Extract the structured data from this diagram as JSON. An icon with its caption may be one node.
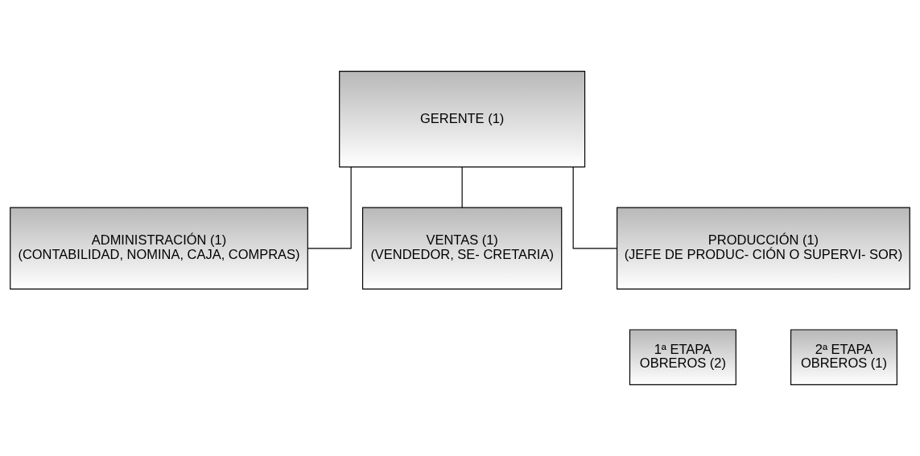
{
  "diagram": {
    "nodes": [
      {
        "text": [
          "GERENTE (1)"
        ]
      },
      {
        "text": [
          "ADMINISTRACIÓN (1)",
          "(CONTABILIDAD, NOMINA, CAJA, COMPRAS)"
        ]
      },
      {
        "text": [
          "VENTAS (1)",
          "(VENDEDOR, SE- CRETARIA)"
        ]
      },
      {
        "text": [
          "PRODUCCIÓN (1)",
          "(JEFE DE PRODUC- CIÓN O SUPERVI- SOR)"
        ]
      },
      {
        "text": [
          "1ª ETAPA",
          "OBREROS (2)"
        ]
      },
      {
        "text": [
          "2ª ETAPA",
          "OBREROS (1)"
        ]
      }
    ],
    "edges": [
      {
        "from": 0,
        "to": 1,
        "arrow": "none"
      },
      {
        "from": 0,
        "to": 2,
        "arrow": "none"
      },
      {
        "from": 0,
        "to": 3,
        "arrow": "none"
      }
    ]
  }
}
